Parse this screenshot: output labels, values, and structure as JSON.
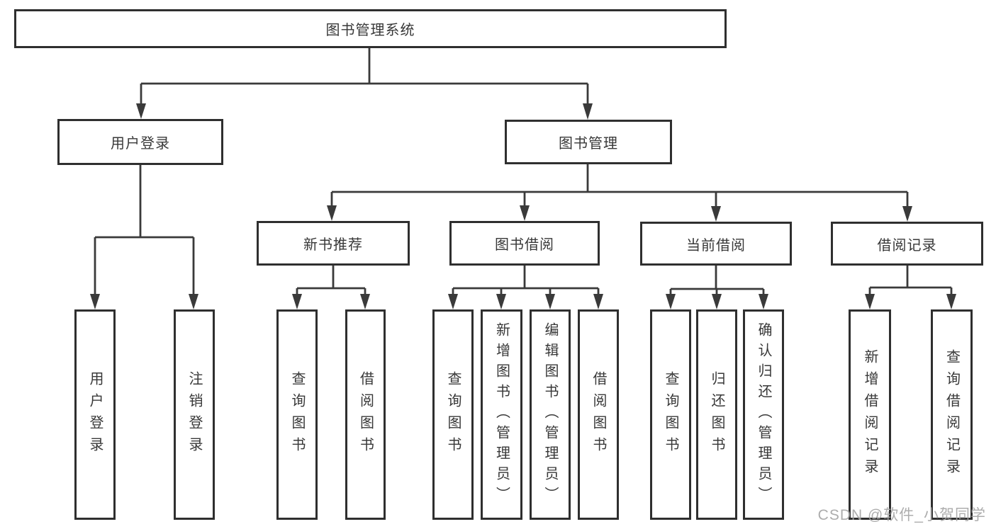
{
  "diagram": {
    "root": {
      "label": "图书管理系统"
    },
    "level2": [
      {
        "id": "user-login",
        "label": "用户登录"
      },
      {
        "id": "book-management",
        "label": "图书管理"
      }
    ],
    "level3": [
      {
        "id": "new-book-recommend",
        "label": "新书推荐",
        "parent": "book-management"
      },
      {
        "id": "book-borrowing",
        "label": "图书借阅",
        "parent": "book-management"
      },
      {
        "id": "current-borrowing",
        "label": "当前借阅",
        "parent": "book-management"
      },
      {
        "id": "borrowing-records",
        "label": "借阅记录",
        "parent": "book-management"
      }
    ],
    "leaves": [
      {
        "parent": "user-login",
        "label": "用户登录"
      },
      {
        "parent": "user-login",
        "label": "注销登录"
      },
      {
        "parent": "new-book-recommend",
        "label": "查询图书"
      },
      {
        "parent": "new-book-recommend",
        "label": "借阅图书"
      },
      {
        "parent": "book-borrowing",
        "label": "查询图书"
      },
      {
        "parent": "book-borrowing",
        "label": "新增图书（管理员）"
      },
      {
        "parent": "book-borrowing",
        "label": "编辑图书（管理员）"
      },
      {
        "parent": "book-borrowing",
        "label": "借阅图书"
      },
      {
        "parent": "current-borrowing",
        "label": "查询图书"
      },
      {
        "parent": "current-borrowing",
        "label": "归还图书"
      },
      {
        "parent": "current-borrowing",
        "label": "确认归还（管理员）"
      },
      {
        "parent": "borrowing-records",
        "label": "新增借阅记录"
      },
      {
        "parent": "borrowing-records",
        "label": "查询借阅记录"
      }
    ],
    "watermark": "CSDN @软件_小贺同学",
    "colors": {
      "line": "#3a3a3a",
      "border": "#2f2f2f",
      "text": "#383838",
      "background": "#ffffff",
      "watermark": "#a4a4a4"
    }
  }
}
